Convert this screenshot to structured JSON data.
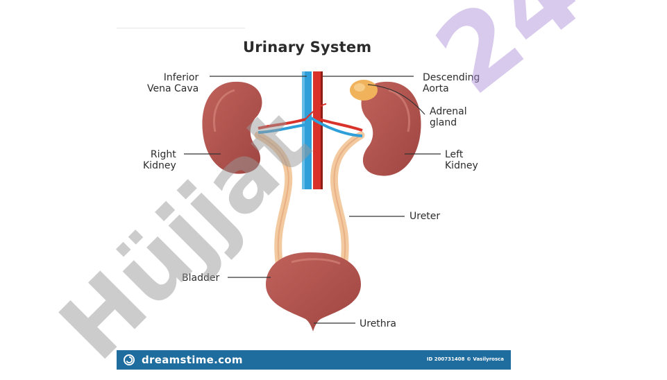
{
  "diagram": {
    "title": "Urinary System",
    "labels": {
      "inferior_vena_cava": "Inferior\nVena Cava",
      "descending_aorta": "Descending\nAorta",
      "adrenal_gland": "Adrenal\ngland",
      "right_kidney": "Right\nKidney",
      "left_kidney": "Left\nKidney",
      "ureter": "Ureter",
      "bladder": "Bladder",
      "urethra": "Urethra"
    }
  },
  "footer": {
    "brand": "dreamstime.com",
    "credit": "ID 200731408 © Vasilyrosca"
  },
  "watermarks": {
    "overlay_number": "24",
    "overlay_word": "Hüjjat"
  },
  "colors": {
    "kidney": "#b5524f",
    "ureter": "#f3c9a0",
    "vein": "#2e9fd9",
    "artery": "#d9322b",
    "adrenal": "#f0b25a",
    "footer": "#1f6c9e",
    "purple_watermark": "#a98bd6"
  }
}
